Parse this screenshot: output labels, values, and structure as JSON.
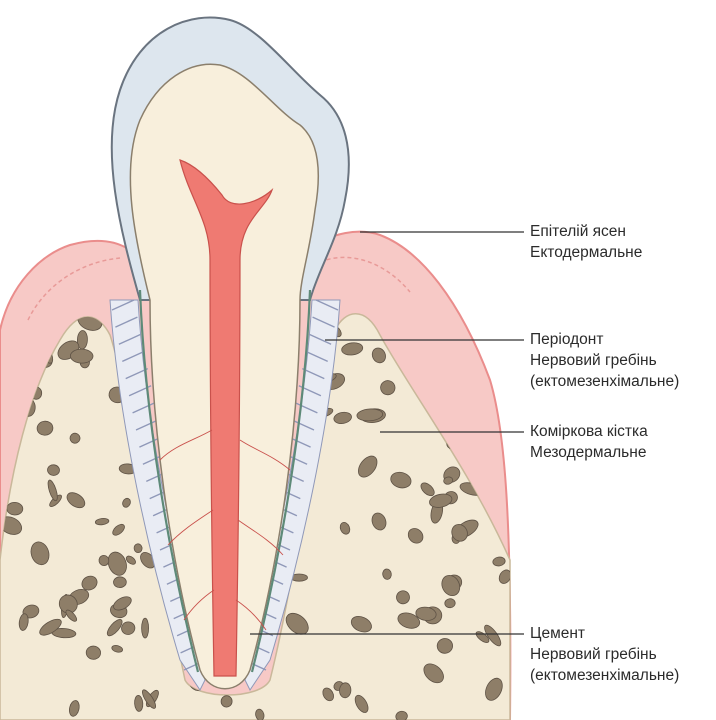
{
  "labels": {
    "gingival": {
      "line1": "Епітелій ясен",
      "line2": "Ектодермальне"
    },
    "periodontium": {
      "line1": "Періодонт",
      "line2": "Нервовий гребінь",
      "line3": "(ектомезенхімальне)"
    },
    "alveolar": {
      "line1": "Коміркова кістка",
      "line2": "Мезодермальне"
    },
    "cementum": {
      "line1": "Цемент",
      "line2": "Нервовий гребінь",
      "line3": "(ектомезенхімальне)"
    }
  },
  "colors": {
    "enamel": "#dde6ee",
    "dentin": "#f8efdc",
    "pulp": "#ef7a72",
    "gingiva": "#f7c9c6",
    "gingiva_edge": "#ea8d8c",
    "bone": "#f3ead6",
    "bone_spots": "#8e7e68",
    "ligament": "#8f98b8",
    "cementum_line": "#5e8a78"
  }
}
